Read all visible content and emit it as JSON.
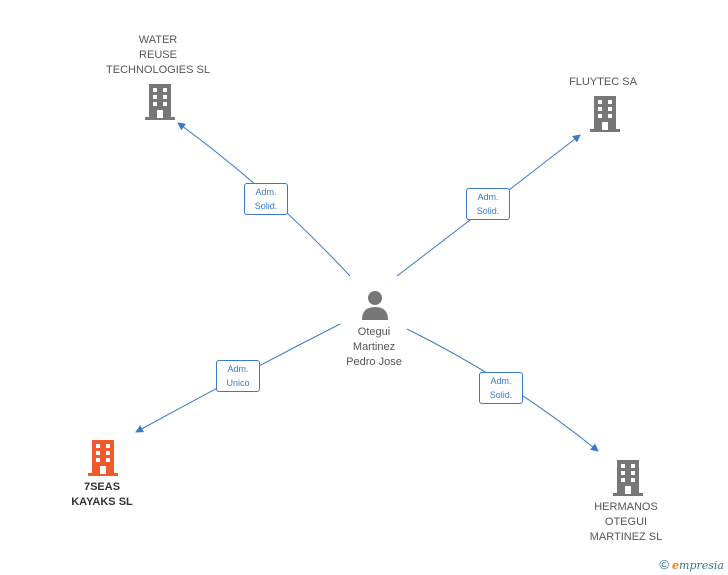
{
  "nodes": {
    "water_reuse": {
      "label": "WATER\nREUSE\nTECHNOLOGIES SL",
      "color": "#777777"
    },
    "fluytec": {
      "label": "FLUYTEC SA",
      "color": "#777777"
    },
    "sevenseas": {
      "label": "7SEAS\nKAYAKS  SL",
      "color": "#f05a2a"
    },
    "hermanos": {
      "label": "HERMANOS\nOTEGUI\nMARTINEZ  SL",
      "color": "#777777"
    },
    "person": {
      "label": "Otegui\nMartinez\nPedro Jose",
      "color": "#777777"
    }
  },
  "edges": {
    "to_water_reuse": "Adm.\nSolid.",
    "to_fluytec": "Adm.\nSolid.",
    "to_sevenseas": "Adm.\nUnico",
    "to_hermanos": "Adm.\nSolid."
  },
  "colors": {
    "edge": "#3a7ac9"
  },
  "footer": {
    "copyright": "©",
    "brand_e": "e",
    "brand_rest": "mpresia"
  }
}
